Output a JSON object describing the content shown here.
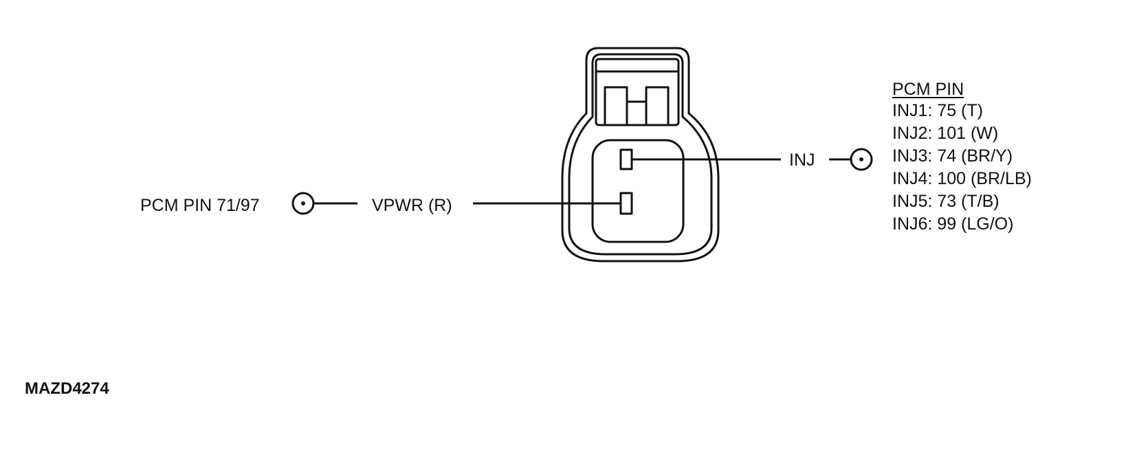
{
  "diagram": {
    "left_terminal_label": "PCM PIN 71/97",
    "power_wire_label": "VPWR (R)",
    "injector_wire_label": "INJ",
    "pin_table": {
      "header": "PCM PIN",
      "rows": [
        "INJ1: 75 (T)",
        "INJ2: 101 (W)",
        "INJ3: 74 (BR/Y)",
        "INJ4: 100 (BR/LB)",
        "INJ5: 73 (T/B)",
        "INJ6: 99 (LG/O)"
      ]
    },
    "figure_code": "MAZD4274"
  },
  "colors": {
    "line": "#111111",
    "background": "#ffffff"
  }
}
